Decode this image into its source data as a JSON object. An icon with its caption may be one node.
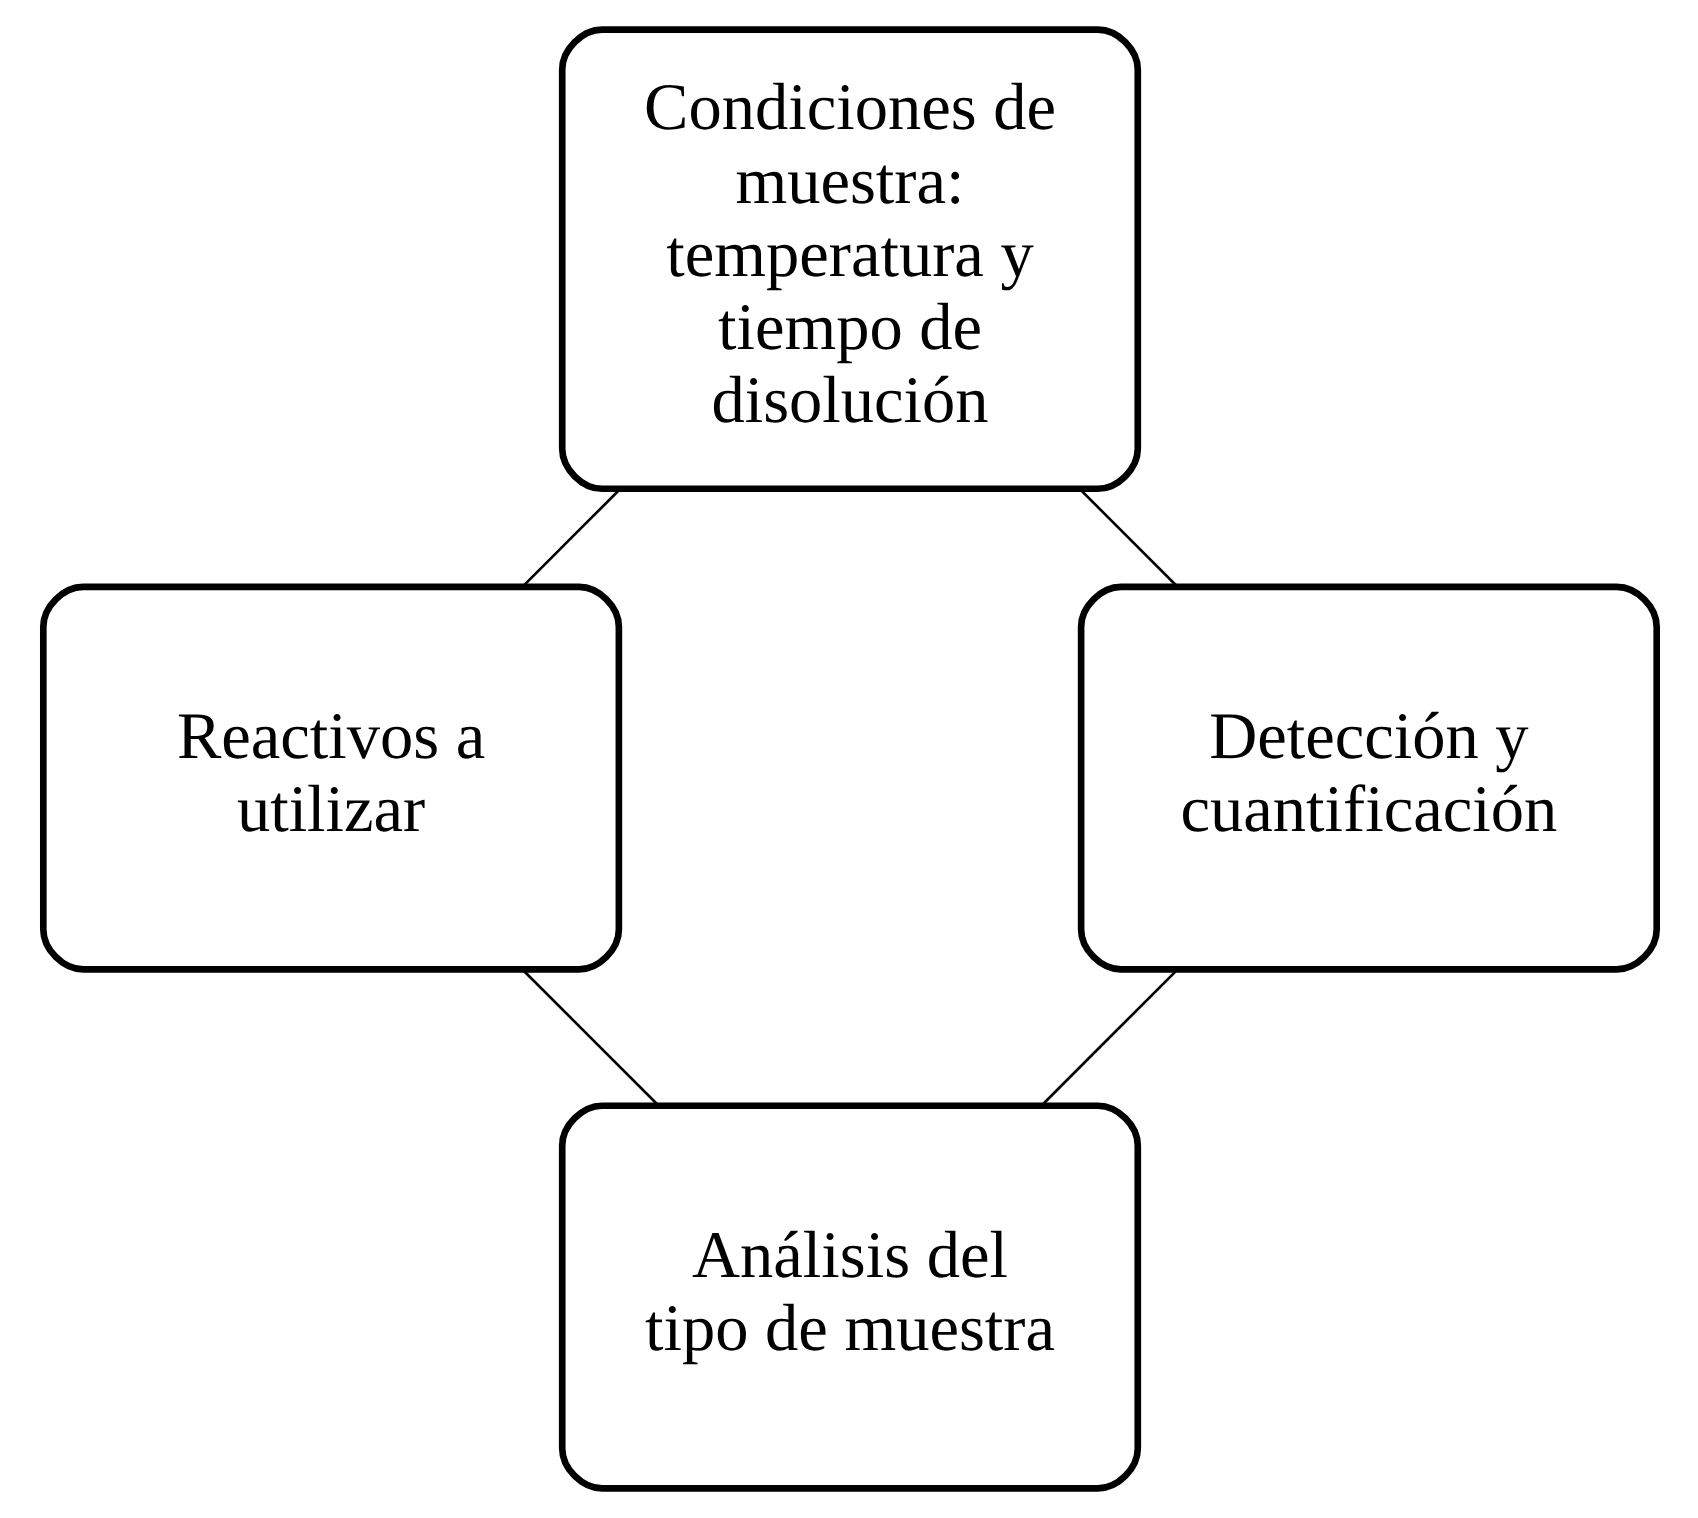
{
  "diagram": {
    "nodes": [
      {
        "text": [
          "Análisis del tipo de muestra"
        ]
      },
      {
        "text": [
          "Reactivos a utilizar"
        ]
      },
      {
        "text": [
          "Condiciones de muestra: temperatura y tiempo de disolución"
        ]
      },
      {
        "text": [
          "Detección y cuantificación"
        ]
      }
    ],
    "edges": [
      {
        "from": 0,
        "to": 1,
        "arrow": "none"
      },
      {
        "from": 1,
        "to": 2,
        "arrow": "none"
      },
      {
        "from": 2,
        "to": 3,
        "arrow": "none"
      },
      {
        "from": 3,
        "to": 0,
        "arrow": "none"
      }
    ]
  }
}
